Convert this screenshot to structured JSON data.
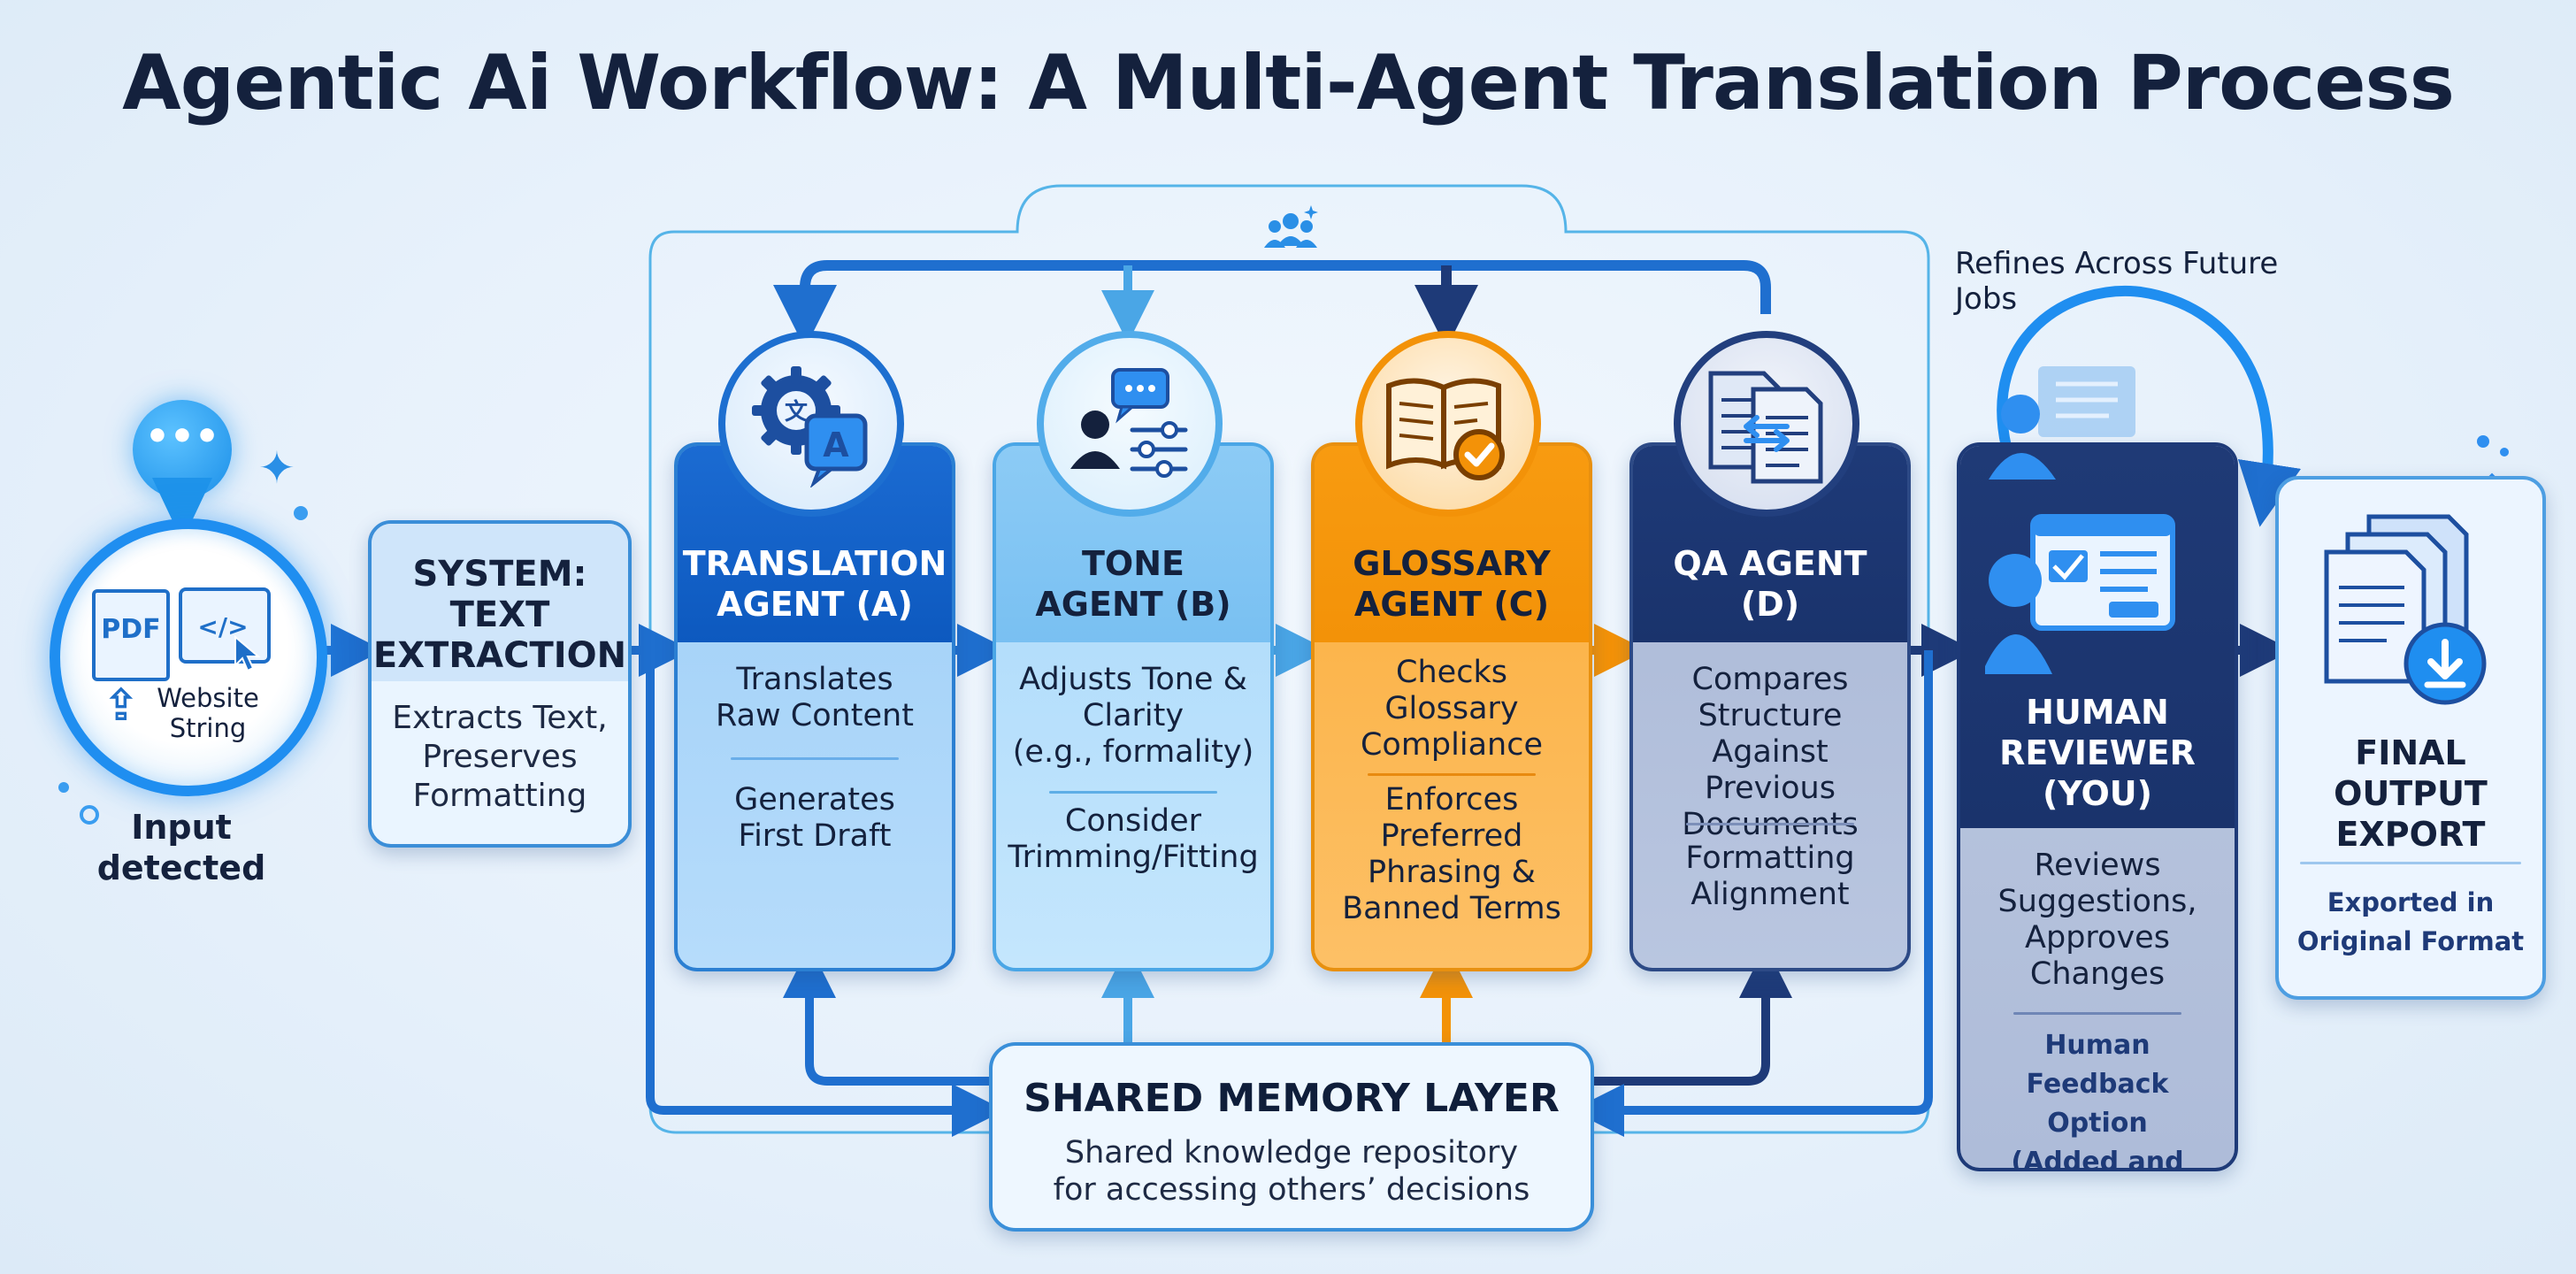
{
  "title": "Agentic Ai Workflow: A Multi-Agent Translation Process",
  "colors": {
    "primary_blue": "#1b6bd2",
    "light_blue": "#8ccbf5",
    "orange": "#f89b10",
    "navy": "#1e3a78",
    "wire": "#1f6fcf"
  },
  "input": {
    "pdf_label": "PDF",
    "code_label": "</>",
    "website_string": "Website String",
    "caption_line1": "Input",
    "caption_line2": "detected",
    "icons": [
      "chat-bubble-pin-icon",
      "pdf-document-icon",
      "code-window-icon",
      "upload-icon",
      "sparkle-icon"
    ]
  },
  "system": {
    "title_lines": [
      "SYSTEM:",
      "TEXT",
      "EXTRACTION"
    ],
    "body_lines": [
      "Extracts Text,",
      "Preserves",
      "Formatting"
    ]
  },
  "agents": [
    {
      "title_lines": [
        "TRANSLATION",
        "AGENT (A)"
      ],
      "icon": "translate-gear-icon",
      "section1": [
        "Translates",
        "Raw Content"
      ],
      "section2": [
        "Generates",
        "First Draft"
      ]
    },
    {
      "title_lines": [
        "TONE",
        "AGENT (B)"
      ],
      "icon": "user-sliders-icon",
      "section1": [
        "Adjusts Tone &",
        "Clarity",
        "(e.g., formality)"
      ],
      "section2": [
        "Consider",
        "Trimming/Fitting"
      ]
    },
    {
      "title_lines": [
        "GLOSSARY",
        "AGENT (C)"
      ],
      "icon": "book-check-icon",
      "section1": [
        "Checks",
        "Glossary",
        "Compliance"
      ],
      "section2": [
        "Enforces",
        "Preferred",
        "Phrasing &",
        "Banned Terms"
      ]
    },
    {
      "title_lines": [
        "QA AGENT",
        "(D)"
      ],
      "icon": "document-compare-icon",
      "section1": [
        "Compares",
        "Structure Against",
        "Previous",
        "Documents"
      ],
      "section2": [
        "Formatting",
        "Alignment"
      ]
    }
  ],
  "human": {
    "title_lines": [
      "HUMAN",
      "REVIEWER",
      "(YOU)"
    ],
    "icon": "reviewer-screen-icon",
    "section1": [
      "Reviews",
      "Suggestions,",
      "Approves",
      "Changes"
    ],
    "section2": [
      "Human Feedback",
      "Option",
      "(Added and stored)"
    ],
    "refines_label": "Refines Across Future Jobs"
  },
  "final": {
    "title_lines": [
      "FINAL",
      "OUTPUT",
      "EXPORT"
    ],
    "icon": "stacked-documents-download-icon",
    "subtitle_lines": [
      "Exported in",
      "Original Format"
    ]
  },
  "memory": {
    "title": "SHARED MEMORY LAYER",
    "body_lines": [
      "Shared knowledge repository",
      "for accessing others’ decisions"
    ],
    "icon": "team-icon"
  }
}
